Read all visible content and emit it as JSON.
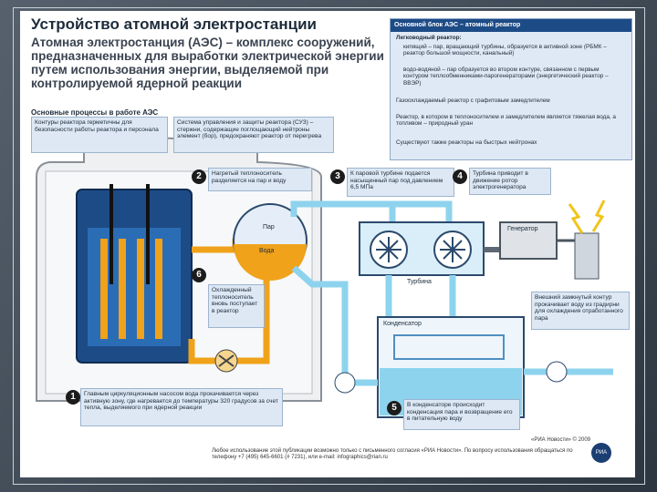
{
  "title": "Устройство атомной электростанции",
  "intro": "Атомная электростанция (АЭС) – комплекс сооружений, предназначенных для выработки электрической энергии путем использования энергии, выделяемой при контролируемой ядерной реакции",
  "processes_heading": "Основные процессы в работе АЭС",
  "info_boxes": {
    "safety": "Контуры реактора герметичны для безопасности работы реактора и персонала",
    "control": "Система управления и защиты реактора (СУЗ) – стержни, содержащие поглощающий нейтроны элемент (бор), предохраняют реактор от перегрева",
    "step2": "Нагретый теплоноситель разделяется на пар и воду",
    "step3": "К паровой турбине подается насыщенный пар под давлением 6,5 МПа",
    "step4": "Турбина приводит в движение ротор электрогенератора",
    "step6": "Охлажденный теплоноситель вновь поступает в реактор",
    "external_loop": "Внешний замкнутый контур прокачивает воду из градирни для охлаждения отработанного пара",
    "step1": "Главным циркуляционным насосом вода прокачивается через активную зону, где нагревается до температуры 320 градусов за счет тепла, выделяемого при ядерной реакции",
    "step5": "В конденсаторе происходит конденсация пара и возвращение его в питательную воду"
  },
  "step_numbers": [
    "1",
    "2",
    "3",
    "4",
    "5",
    "6"
  ],
  "reactor_panel": {
    "header": "Основной блок АЭС – атомный реактор",
    "items": [
      "Легководный реактор:",
      "кипящий – пар, вращающий турбины, образуется в активной зоне (РБМК – реактор большой мощности, канальный)",
      "водо-водяной – пар образуется во втором контуре, связанном с первым контуром теплообменниками-парогенераторами (энергетический реактор – ВВЭР)",
      "Газоохлаждаемый реактор с графитовым замедлителем",
      "Реактор, в котором в теплоносителем и замедлителем является тяжелая вода, а топливом – природный уран",
      "Существуют также реакторы на быстрых нейтронах"
    ]
  },
  "labels": {
    "steam": "Пар",
    "water": "Вода",
    "turbine": "Турбина",
    "generator": "Генератор",
    "condenser": "Конденсатор"
  },
  "footer": {
    "credit": "«РИА Новости» © 2009",
    "note": "Любое использование этой публикации возможно только с письменного согласия «РИА Новости». По вопросу использования обращаться по телефону +7 (495) 645-6601 (# 7231), или e-mail: infographics@rian.ru",
    "logo": "РИА"
  },
  "colors": {
    "water_light": "#8ed3ee",
    "reactor_blue": "#1d4b86",
    "hot_loop": "#f0a21a",
    "panel": "#dde8f4"
  }
}
